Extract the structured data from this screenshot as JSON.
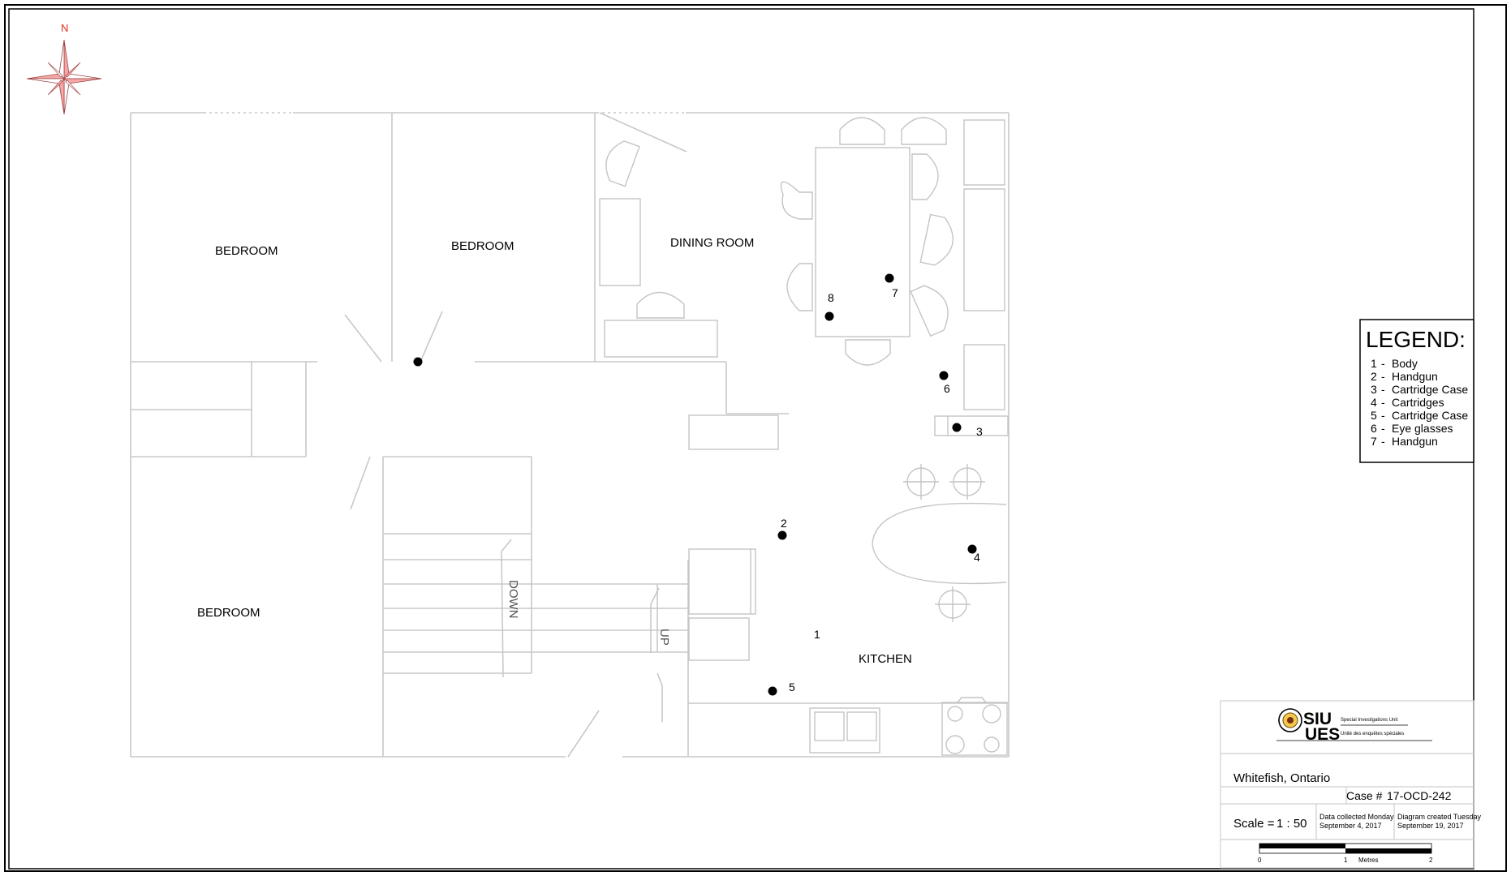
{
  "compass": {
    "north_label": "N",
    "icon": "compass-rose-icon",
    "color": "#e03020"
  },
  "rooms": [
    {
      "key": "bedroom-1",
      "label": "BEDROOM"
    },
    {
      "key": "bedroom-2",
      "label": "BEDROOM"
    },
    {
      "key": "dining-room",
      "label": "DINING ROOM"
    },
    {
      "key": "bedroom-3",
      "label": "BEDROOM"
    },
    {
      "key": "kitchen",
      "label": "KITCHEN"
    }
  ],
  "stairs": {
    "down_label": "DOWN",
    "up_label": "UP"
  },
  "evidence_markers": [
    {
      "number": "1",
      "dot": false
    },
    {
      "number": "2",
      "dot": true
    },
    {
      "number": "3",
      "dot": true
    },
    {
      "number": "4",
      "dot": true
    },
    {
      "number": "5",
      "dot": true
    },
    {
      "number": "6",
      "dot": true
    },
    {
      "number": "7",
      "dot": true
    },
    {
      "number": "8",
      "dot": true
    },
    {
      "number": "",
      "dot": true
    }
  ],
  "legend": {
    "title": "LEGEND:",
    "items": [
      {
        "num": "1",
        "label": "Body"
      },
      {
        "num": "2",
        "label": "Handgun"
      },
      {
        "num": "3",
        "label": "Cartridge Case"
      },
      {
        "num": "4",
        "label": "Cartridges"
      },
      {
        "num": "5",
        "label": "Cartridge Case"
      },
      {
        "num": "6",
        "label": "Eye glasses"
      },
      {
        "num": "7",
        "label": "Handgun"
      }
    ]
  },
  "title_block": {
    "logo": {
      "siu": "SIU",
      "ues": "UES",
      "line1": "Special Investigations Unit",
      "line2": "Unité des enquêtes spéciales"
    },
    "location": "Whitefish, Ontario",
    "case_label": "Case #",
    "case_number": "17-OCD-242",
    "scale_label": "Scale =",
    "scale_value": "1 : 50",
    "data_collected_line1": "Data collected Monday",
    "data_collected_line2": "September 4, 2017",
    "diagram_created_line1": "Diagram created Tuesday",
    "diagram_created_line2": "September 19, 2017",
    "scalebar": {
      "tick_0": "0",
      "tick_1": "1",
      "unit": "Metres",
      "tick_2": "2"
    }
  }
}
